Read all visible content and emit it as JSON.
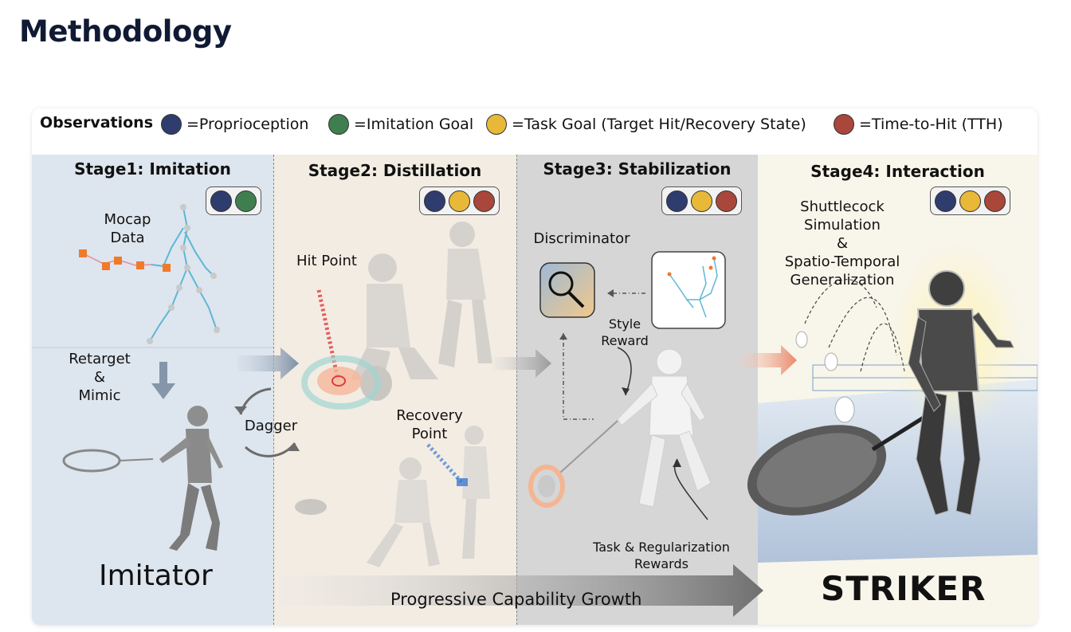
{
  "page": {
    "title": "Methodology"
  },
  "observations": {
    "title": "Observations",
    "items": [
      {
        "label": "=Proprioception",
        "color": "#2f3d6e"
      },
      {
        "label": "=Imitation Goal",
        "color": "#3f7f4f"
      },
      {
        "label": "=Task Goal (Target Hit/Recovery State)",
        "color": "#e8b838"
      },
      {
        "label": "=Time-to-Hit (TTH)",
        "color": "#a9473a"
      }
    ]
  },
  "stages": [
    {
      "title": "Stage1: Imitation",
      "labels": {
        "mocap_line1": "Mocap",
        "mocap_line2": "Data",
        "retarget_line1": "Retarget",
        "retarget_line2": "&",
        "retarget_line3": "Mimic",
        "dagger": "Dagger",
        "imitator": "Imitator"
      }
    },
    {
      "title": "Stage2: Distillation",
      "labels": {
        "hit_point": "Hit Point",
        "recovery_line1": "Recovery",
        "recovery_line2": "Point"
      }
    },
    {
      "title": "Stage3: Stabilization",
      "labels": {
        "discriminator": "Discriminator",
        "style_line1": "Style",
        "style_line2": "Reward",
        "task_line1": "Task & Regularization",
        "task_line2": "Rewards"
      }
    },
    {
      "title": "Stage4: Interaction",
      "labels": {
        "sim_line1": "Shuttlecock",
        "sim_line2": "Simulation",
        "sim_line3": "&",
        "sim_line4": "Spatio-Temporal",
        "sim_line5": "Generalization",
        "striker": "STRIKER"
      }
    }
  ],
  "progress": {
    "label": "Progressive Capability Growth"
  }
}
